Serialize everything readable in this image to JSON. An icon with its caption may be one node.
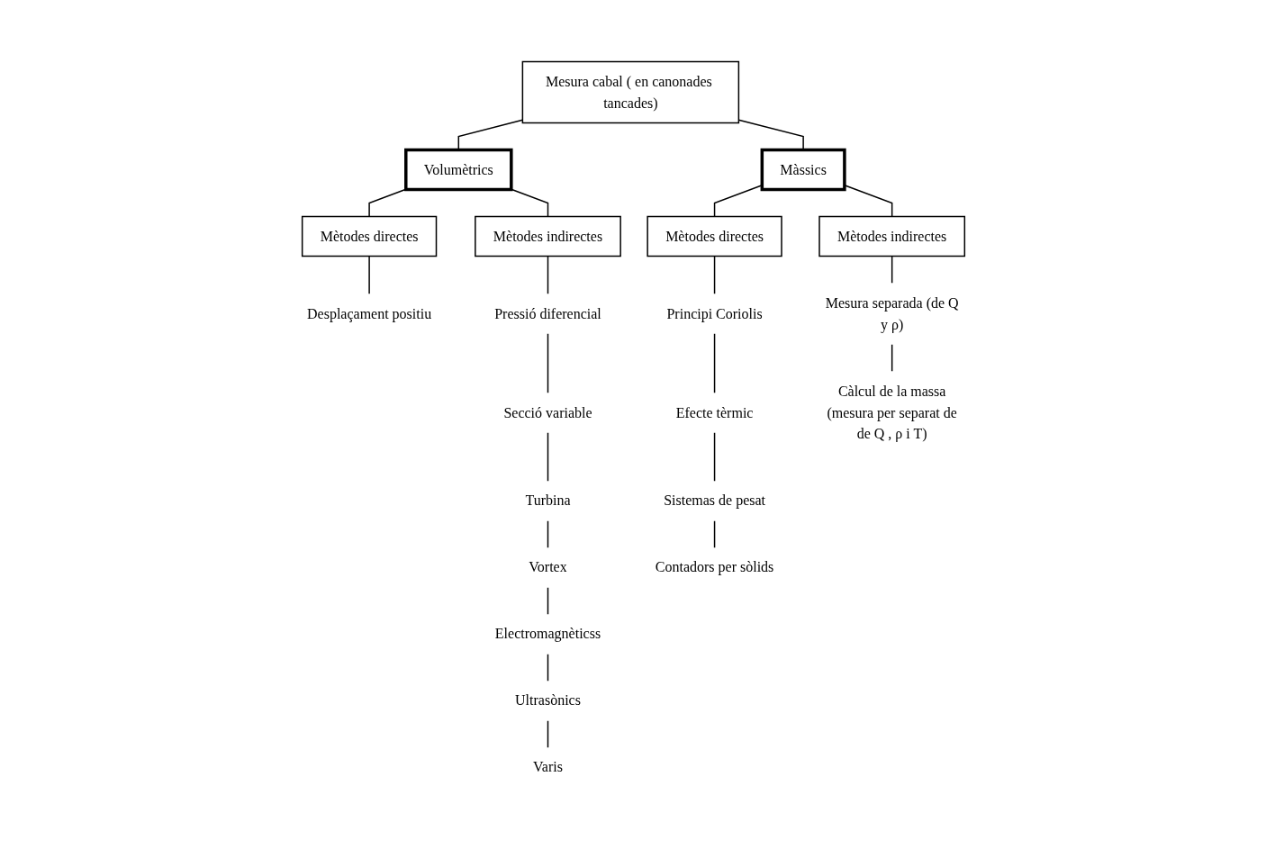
{
  "diagram": {
    "nodes": [
      {
        "text": [
          "Mesura cabal ( en canonades tancades)"
        ]
      },
      {
        "text": [
          "Volumètrics"
        ]
      },
      {
        "text": [
          "Màssics"
        ]
      },
      {
        "text": [
          "Mètodes directes"
        ]
      },
      {
        "text": [
          "Mètodes indirectes"
        ]
      },
      {
        "text": [
          "Desplaçament positiu"
        ]
      },
      {
        "text": [
          "Pressió diferencial"
        ]
      },
      {
        "text": [
          "Secció variable"
        ]
      },
      {
        "text": [
          "Turbina"
        ]
      },
      {
        "text": [
          "Vortex"
        ]
      },
      {
        "text": [
          "Electromagnèticss"
        ]
      },
      {
        "text": [
          "Ultrasònics"
        ]
      },
      {
        "text": [
          "Varis"
        ]
      },
      {
        "text": [
          "Mètodes directes"
        ]
      },
      {
        "text": [
          "Mètodes indirectes"
        ]
      },
      {
        "text": [
          "Principi Coriolis"
        ]
      },
      {
        "text": [
          "Efecte tèrmic"
        ]
      },
      {
        "text": [
          "Sistemas de pesat"
        ]
      },
      {
        "text": [
          "Contadors per sòlids"
        ]
      },
      {
        "text": [
          "Mesura separada (de Q y ρ)"
        ]
      },
      {
        "text": [
          "Càlcul de la massa (mesura per separat de de Q , ρ i T)"
        ]
      }
    ],
    "edges": [
      {
        "from": 0,
        "to": 1,
        "arrow": "none"
      },
      {
        "from": 0,
        "to": 2,
        "arrow": "none"
      },
      {
        "from": 1,
        "to": 3,
        "arrow": "none"
      },
      {
        "from": 1,
        "to": 4,
        "arrow": "none"
      },
      {
        "from": 3,
        "to": 5,
        "arrow": "none"
      },
      {
        "from": 4,
        "to": 6,
        "arrow": "none"
      },
      {
        "from": 6,
        "to": 7,
        "arrow": "none"
      },
      {
        "from": 7,
        "to": 8,
        "arrow": "none"
      },
      {
        "from": 8,
        "to": 9,
        "arrow": "none"
      },
      {
        "from": 9,
        "to": 10,
        "arrow": "none"
      },
      {
        "from": 10,
        "to": 11,
        "arrow": "none"
      },
      {
        "from": 11,
        "to": 12,
        "arrow": "none"
      },
      {
        "from": 2,
        "to": 13,
        "arrow": "none"
      },
      {
        "from": 2,
        "to": 14,
        "arrow": "none"
      },
      {
        "from": 13,
        "to": 15,
        "arrow": "none"
      },
      {
        "from": 15,
        "to": 16,
        "arrow": "none"
      },
      {
        "from": 16,
        "to": 17,
        "arrow": "none"
      },
      {
        "from": 17,
        "to": 18,
        "arrow": "none"
      },
      {
        "from": 14,
        "to": 19,
        "arrow": "none"
      },
      {
        "from": 19,
        "to": 20,
        "arrow": "none"
      }
    ]
  }
}
